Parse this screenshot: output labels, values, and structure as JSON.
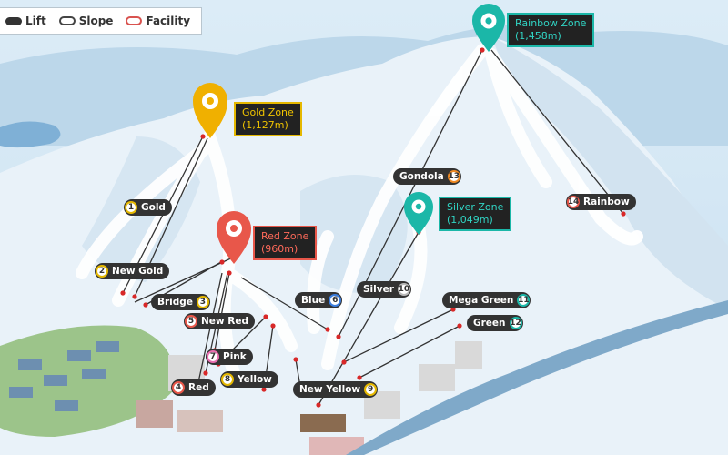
{
  "legend": {
    "lift": "Lift",
    "slope": "Slope",
    "facility": "Facility"
  },
  "zones": {
    "gold": {
      "name": "Gold Zone",
      "elev": "(1,127m)",
      "color": "#f0b000"
    },
    "red": {
      "name": "Red Zone",
      "elev": "(960m)",
      "color": "#e8574a"
    },
    "silver": {
      "name": "Silver Zone",
      "elev": "(1,049m)",
      "color": "#1bb7a8"
    },
    "rainbow": {
      "name": "Rainbow Zone",
      "elev": "(1,458m)",
      "color": "#1bb7a8"
    }
  },
  "lifts": {
    "l1": {
      "name": "Gold",
      "num": "1",
      "color": "#e5b800"
    },
    "l2": {
      "name": "New Gold",
      "num": "2",
      "color": "#e5b800"
    },
    "l3": {
      "name": "Bridge",
      "num": "3",
      "color": "#e5b800"
    },
    "l4": {
      "name": "Red",
      "num": "4",
      "color": "#e8574a"
    },
    "l5": {
      "name": "New Red",
      "num": "5",
      "color": "#e8574a"
    },
    "l6": {
      "name": "Blue",
      "num": "6",
      "color": "#3b7ddd"
    },
    "l7": {
      "name": "Pink",
      "num": "7",
      "color": "#ea6fb0"
    },
    "l8": {
      "name": "Yellow",
      "num": "8",
      "color": "#e5b800"
    },
    "l9": {
      "name": "New Yellow",
      "num": "9",
      "color": "#e5b800"
    },
    "l10": {
      "name": "Silver",
      "num": "10",
      "color": "#b9b9b9"
    },
    "l11": {
      "name": "Mega Green",
      "num": "11",
      "color": "#1bb7a8"
    },
    "l12": {
      "name": "Green",
      "num": "12",
      "color": "#1bb7a8"
    },
    "l13": {
      "name": "Gondola",
      "num": "13",
      "color": "#f08a24"
    },
    "l14": {
      "name": "Rainbow",
      "num": "14",
      "color": "#e8574a"
    }
  }
}
